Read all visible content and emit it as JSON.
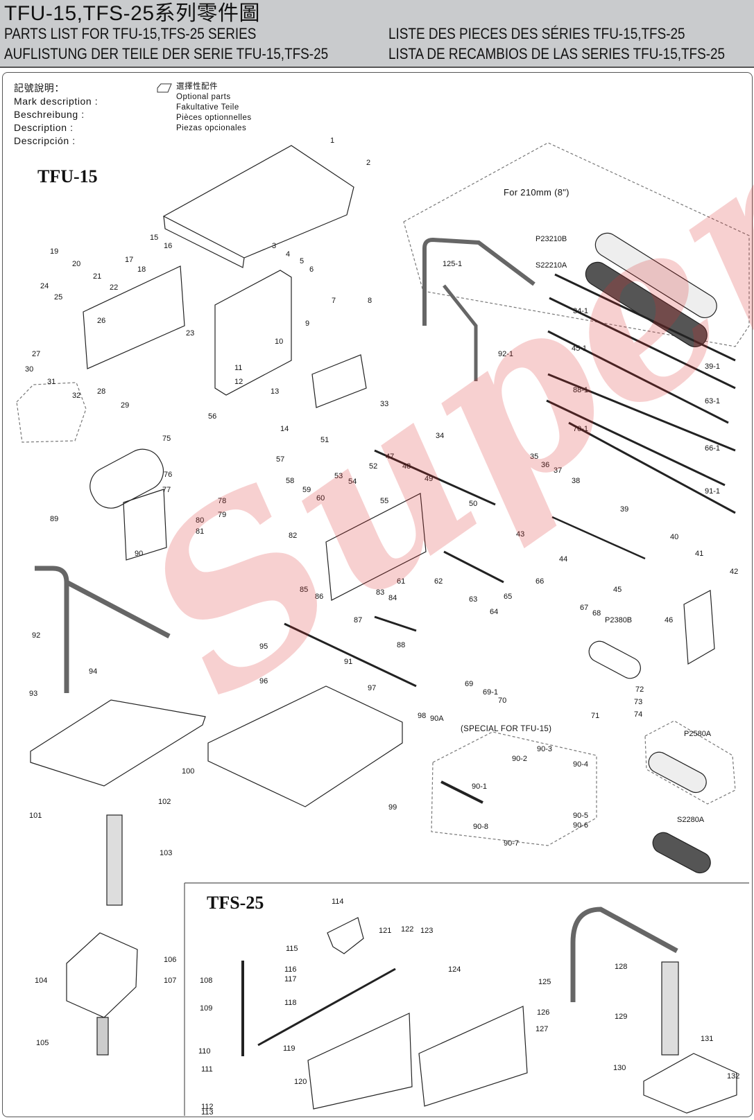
{
  "header": {
    "title": "TFU-15,TFS-25系列零件圖",
    "parts_list_en": "PARTS LIST FOR TFU-15,TFS-25  SERIES",
    "parts_list_de": "AUFLISTUNG DER TEILE DER SERIE TFU-15,TFS-25",
    "parts_list_fr": "LISTE DES PIECES DES SÉRIES TFU-15,TFS-25",
    "parts_list_es": "LISTA DE RECAMBIOS DE LAS SERIES TFU-15,TFS-25"
  },
  "legend": {
    "zh": "記號說明：",
    "en": "Mark description :",
    "de": "Beschreibung :",
    "fr": "Description :",
    "es": "Descripción :",
    "optional_icon": "hexagon-icon",
    "optional_zh": "選擇性配件",
    "optional_en": "Optional parts",
    "optional_de": "Fakultative Teile",
    "optional_fr": "Pièces optionnelles",
    "optional_es": "Piezas opcionales"
  },
  "models": {
    "tfu": "TFU-15",
    "tfs": "TFS-25"
  },
  "notes": {
    "size_210": "For  210mm (8\")",
    "special_tfu": "(SPECIAL FOR TFU-15)"
  },
  "watermark": "Superior",
  "colors": {
    "header_bg": "#c9cbcd",
    "line": "#222222",
    "watermark": "#dc2828"
  },
  "part_labels": [
    "1",
    "2",
    "3",
    "4",
    "5",
    "6",
    "7",
    "8",
    "9",
    "10",
    "11",
    "12",
    "13",
    "14",
    "15",
    "16",
    "17",
    "18",
    "19",
    "20",
    "21",
    "22",
    "23",
    "24",
    "25",
    "26",
    "27",
    "28",
    "29",
    "30",
    "31",
    "32",
    "33",
    "34",
    "35",
    "36",
    "37",
    "38",
    "39",
    "40",
    "41",
    "42",
    "43",
    "44",
    "45",
    "46",
    "47",
    "48",
    "49",
    "50",
    "51",
    "52",
    "53",
    "54",
    "55",
    "56",
    "57",
    "58",
    "59",
    "60",
    "61",
    "62",
    "63",
    "64",
    "65",
    "66",
    "67",
    "68",
    "69",
    "69-1",
    "70",
    "71",
    "72",
    "73",
    "74",
    "75",
    "76",
    "77",
    "78",
    "79",
    "80",
    "81",
    "82",
    "83",
    "84",
    "85",
    "86",
    "87",
    "88",
    "89",
    "90",
    "91",
    "92",
    "93",
    "94",
    "95",
    "96",
    "97",
    "98",
    "99",
    "100",
    "101",
    "102",
    "103",
    "104",
    "105",
    "106",
    "107",
    "108",
    "109",
    "110",
    "111",
    "112",
    "113",
    "114",
    "115",
    "116",
    "117",
    "118",
    "119",
    "120",
    "121",
    "122",
    "123",
    "124",
    "125",
    "126",
    "127",
    "128",
    "129",
    "130",
    "131",
    "132",
    "125-1",
    "92-1",
    "34-1",
    "45-1",
    "88-1",
    "70-1",
    "39-1",
    "63-1",
    "66-1",
    "91-1",
    "P23210B",
    "S22210A",
    "P2380B",
    "P2580A",
    "S2280A",
    "90A",
    "90-1",
    "90-2",
    "90-3",
    "90-4",
    "90-5",
    "90-6",
    "90-7",
    "90-8"
  ]
}
